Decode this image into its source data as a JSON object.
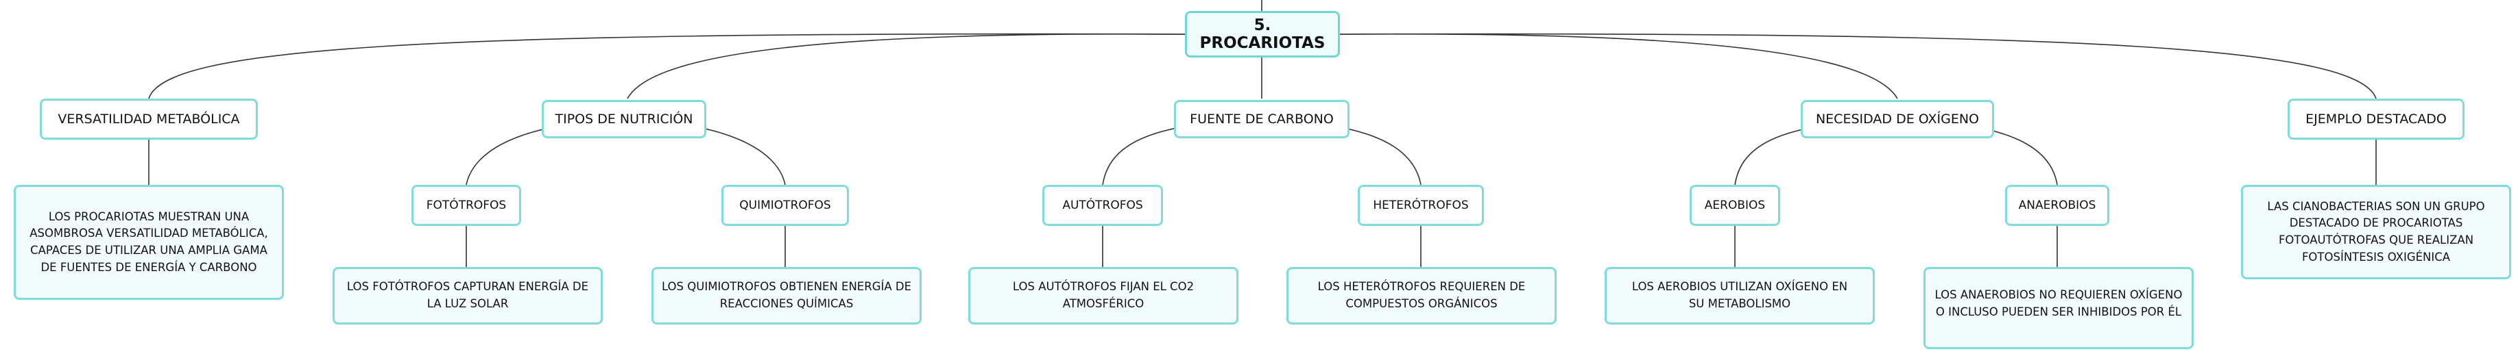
{
  "root": {
    "label": "5. PROCARIOTAS"
  },
  "branches": [
    {
      "label": "VERSATILIDAD METABÓLICA"
    },
    {
      "label": "TIPOS DE NUTRICIÓN"
    },
    {
      "label": "FUENTE DE CARBONO"
    },
    {
      "label": "NECESIDAD DE OXÍGENO"
    },
    {
      "label": "EJEMPLO DESTACADO"
    }
  ],
  "subtopics": [
    {
      "label": "FOTÓTROFOS"
    },
    {
      "label": "QUIMIOTROFOS"
    },
    {
      "label": "AUTÓTROFOS"
    },
    {
      "label": "HETERÓTROFOS"
    },
    {
      "label": "AEROBIOS"
    },
    {
      "label": "ANAEROBIOS"
    }
  ],
  "details": [
    {
      "text": "LOS PROCARIOTAS MUESTRAN UNA ASOMBROSA VERSATILIDAD METABÓLICA, CAPACES DE UTILIZAR UNA AMPLIA GAMA DE FUENTES DE ENERGÍA Y CARBONO"
    },
    {
      "text": "LOS FOTÓTROFOS CAPTURAN ENERGÍA DE LA LUZ SOLAR"
    },
    {
      "text": "LOS QUIMIOTROFOS OBTIENEN ENERGÍA DE REACCIONES QUÍMICAS"
    },
    {
      "text": "LOS AUTÓTROFOS FIJAN EL CO2 ATMOSFÉRICO"
    },
    {
      "text": "LOS HETERÓTROFOS REQUIEREN DE COMPUESTOS ORGÁNICOS"
    },
    {
      "text": "LOS AEROBIOS UTILIZAN OXÍGENO EN SU METABOLISMO"
    },
    {
      "text": "LOS ANAEROBIOS NO REQUIEREN OXÍGENO O INCLUSO PUEDEN SER INHIBIDOS POR ÉL"
    },
    {
      "text": "LAS CIANOBACTERIAS SON UN GRUPO DESTACADO DE PROCARIOTAS FOTOAUTÓTROFAS QUE REALIZAN FOTOSÍNTESIS OXIGÉNICA"
    }
  ]
}
